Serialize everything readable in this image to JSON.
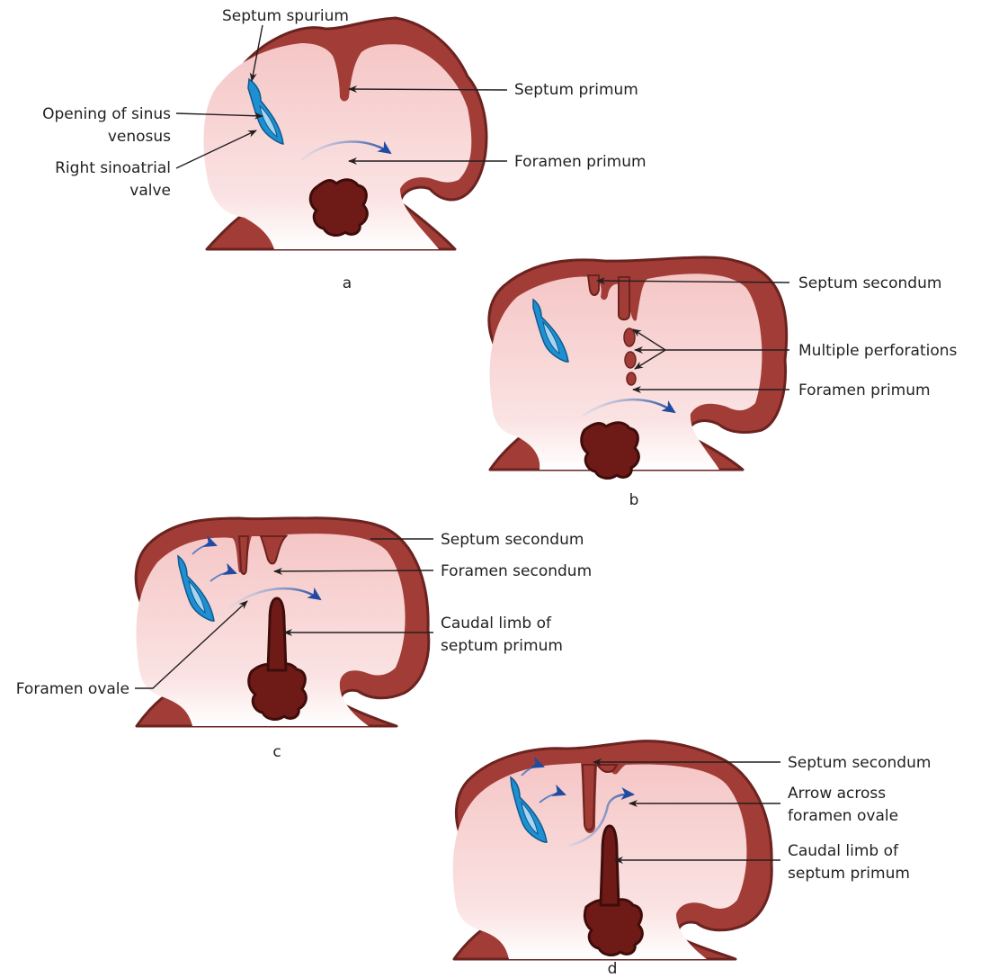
{
  "colors": {
    "wall": "#a13c37",
    "wall_edge": "#6b2320",
    "chamber_pink": "#f7d2d2",
    "cushion": "#6e1b18",
    "valve_blue": "#1e8fd0",
    "valve_light": "#a7d4f0",
    "flow_arrow": "#1f4ba0"
  },
  "panels": {
    "a": {
      "letter": "a",
      "labels": {
        "septum_spurium": "Septum spurium",
        "septum_primum": "Septum primum",
        "opening_sinus_1": "Opening of sinus",
        "opening_sinus_2": "venosus",
        "sinoatrial_1": "Right sinoatrial",
        "sinoatrial_2": "valve",
        "foramen_primum": "Foramen primum"
      }
    },
    "b": {
      "letter": "b",
      "labels": {
        "septum_secondum": "Septum secondum",
        "multiple_perforations": "Multiple perforations",
        "foramen_primum": "Foramen primum"
      }
    },
    "c": {
      "letter": "c",
      "labels": {
        "septum_secondum": "Septum secondum",
        "foramen_secondum": "Foramen secondum",
        "caudal_limb_1": "Caudal limb of",
        "caudal_limb_2": "septum primum",
        "foramen_ovale": "Foramen ovale"
      }
    },
    "d": {
      "letter": "d",
      "labels": {
        "septum_secondum": "Septum secondum",
        "arrow_across_1": "Arrow across",
        "arrow_across_2": "foramen ovale",
        "caudal_limb_1": "Caudal limb of",
        "caudal_limb_2": "septum primum"
      }
    }
  }
}
